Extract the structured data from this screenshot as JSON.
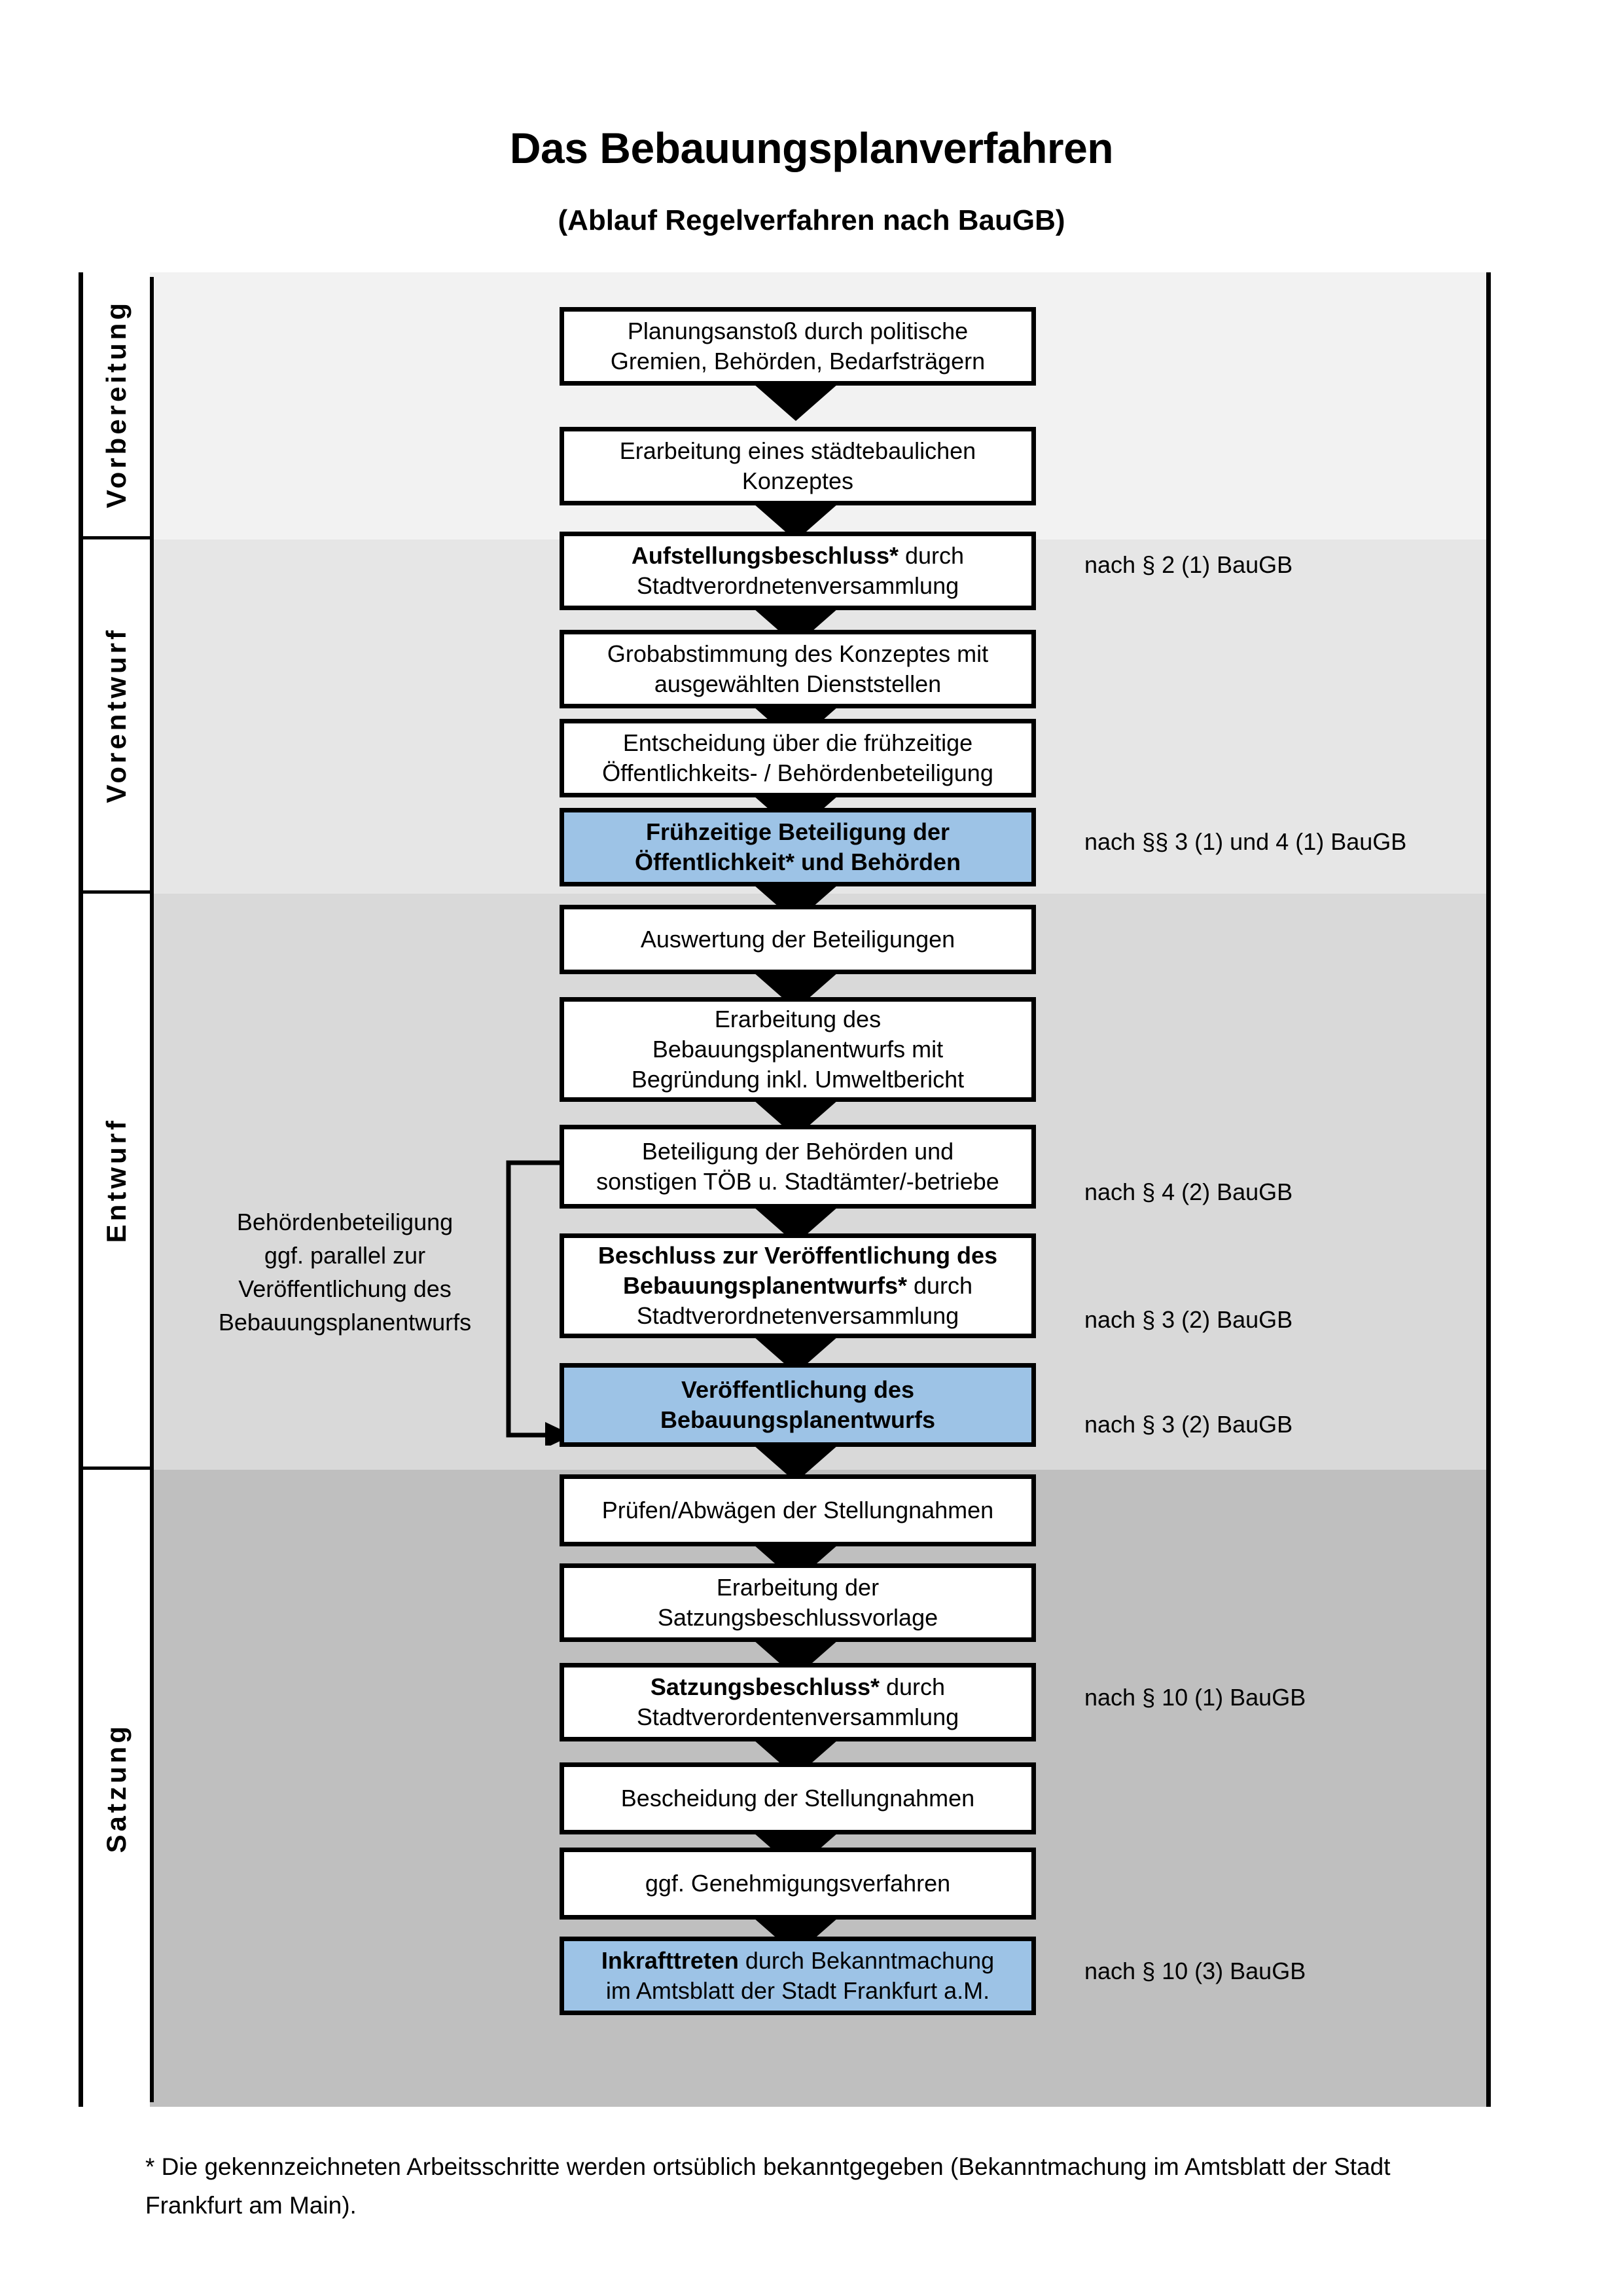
{
  "title": {
    "main": "Das Bebauungsplanverfahren",
    "sub": "(Ablauf Regelverfahren nach BauGB)"
  },
  "phases": [
    {
      "label": "Vorbereitung",
      "bg": "#F2F2F2"
    },
    {
      "label": "Vorentwurf",
      "bg": "#E6E6E6"
    },
    {
      "label": "Entwurf",
      "bg": "#D9D9D9"
    },
    {
      "label": "Satzung",
      "bg": "#BFBFBF"
    }
  ],
  "steps": [
    {
      "id": "planungsanstoss",
      "lines": [
        "Planungsanstoß durch politische",
        "Gremien, Behörden, Bedarfsträgern"
      ],
      "bold_prefix": "",
      "highlight": false
    },
    {
      "id": "staedtebau-konzept",
      "lines": [
        "Erarbeitung eines städtebaulichen",
        "Konzeptes"
      ],
      "bold_prefix": "",
      "highlight": false
    },
    {
      "id": "aufstellungsbeschluss",
      "lines": [
        "Aufstellungsbeschluss* durch",
        "Stadtverordnetenversammlung"
      ],
      "bold_prefix": "Aufstellungsbeschluss*",
      "highlight": false
    },
    {
      "id": "grobabstimmung",
      "lines": [
        "Grobabstimmung des Konzeptes mit",
        "ausgewählten Dienststellen"
      ],
      "bold_prefix": "",
      "highlight": false
    },
    {
      "id": "entscheidung-fruehzeitig",
      "lines": [
        "Entscheidung über die frühzeitige",
        "Öffentlichkeits- / Behördenbeteiligung"
      ],
      "bold_prefix": "",
      "highlight": false
    },
    {
      "id": "fruehzeitige-beteiligung",
      "lines": [
        "Frühzeitige Beteiligung der",
        "Öffentlichkeit* und Behörden"
      ],
      "bold_prefix": "",
      "highlight": true,
      "all_bold": true
    },
    {
      "id": "auswertung",
      "lines": [
        "Auswertung der Beteiligungen"
      ],
      "bold_prefix": "",
      "highlight": false
    },
    {
      "id": "erarbeitung-entwurf",
      "lines": [
        "Erarbeitung des",
        "Bebauungsplanentwurfs mit",
        "Begründung inkl. Umweltbericht"
      ],
      "bold_prefix": "",
      "highlight": false
    },
    {
      "id": "beteiligung-behoerden",
      "lines": [
        "Beteiligung der Behörden und",
        "sonstigen TÖB u. Stadtämter/-betriebe"
      ],
      "bold_prefix": "",
      "highlight": false
    },
    {
      "id": "beschluss-veroeffentlichung",
      "lines": [
        "Beschluss zur Veröffentlichung des",
        "Bebauungsplanentwurfs* durch",
        "Stadtverordnetenversammlung"
      ],
      "bold_prefix": "Beschluss zur Veröffentlichung des Bebauungsplanentwurfs*",
      "highlight": false
    },
    {
      "id": "veroeffentlichung",
      "lines": [
        "Veröffentlichung des",
        "Bebauungsplanentwurfs"
      ],
      "bold_prefix": "",
      "highlight": true,
      "all_bold": true
    },
    {
      "id": "pruefen-abwaegen",
      "lines": [
        "Prüfen/Abwägen der Stellungnahmen"
      ],
      "bold_prefix": "",
      "highlight": false
    },
    {
      "id": "satzungsbeschlussvorlage",
      "lines": [
        "Erarbeitung der",
        "Satzungsbeschlussvorlage"
      ],
      "bold_prefix": "",
      "highlight": false
    },
    {
      "id": "satzungsbeschluss",
      "lines": [
        "Satzungsbeschluss* durch",
        "Stadtverordentenversammlung"
      ],
      "bold_prefix": "Satzungsbeschluss*",
      "highlight": false
    },
    {
      "id": "bescheidung",
      "lines": [
        "Bescheidung der Stellungnahmen"
      ],
      "bold_prefix": "",
      "highlight": false
    },
    {
      "id": "genehmigungsverfahren",
      "lines": [
        "ggf. Genehmigungsverfahren"
      ],
      "bold_prefix": "",
      "highlight": false
    },
    {
      "id": "inkrafttreten",
      "lines": [
        "Inkrafttreten durch Bekanntmachung",
        "im Amtsblatt der Stadt Frankfurt a.M."
      ],
      "bold_prefix": "Inkrafttreten",
      "highlight": true
    }
  ],
  "legal_notes": [
    {
      "for": "aufstellungsbeschluss",
      "text": "nach § 2 (1) BauGB"
    },
    {
      "for": "fruehzeitige-beteiligung",
      "text": "nach §§ 3 (1) und 4 (1) BauGB"
    },
    {
      "for": "beteiligung-behoerden",
      "text": "nach § 4 (2) BauGB"
    },
    {
      "for": "beschluss-veroeffentlichung",
      "text": "nach § 3 (2) BauGB"
    },
    {
      "for": "veroeffentlichung",
      "text": "nach § 3 (2) BauGB"
    },
    {
      "for": "satzungsbeschluss",
      "text": "nach § 10 (1) BauGB"
    },
    {
      "for": "inkrafttreten",
      "text": "nach § 10 (3) BauGB"
    }
  ],
  "side_note": {
    "lines": [
      "Behördenbeteiligung",
      "ggf. parallel zur",
      "Veröffentlichung des",
      "Bebauungsplanentwurfs"
    ]
  },
  "footnote": "* Die gekennzeichneten Arbeitsschritte werden ortsüblich bekanntgegeben (Bekanntmachung im Amtsblatt  der Stadt Frankfurt am Main).",
  "colors": {
    "highlight_fill": "#9DC3E6",
    "border": "#000000"
  }
}
